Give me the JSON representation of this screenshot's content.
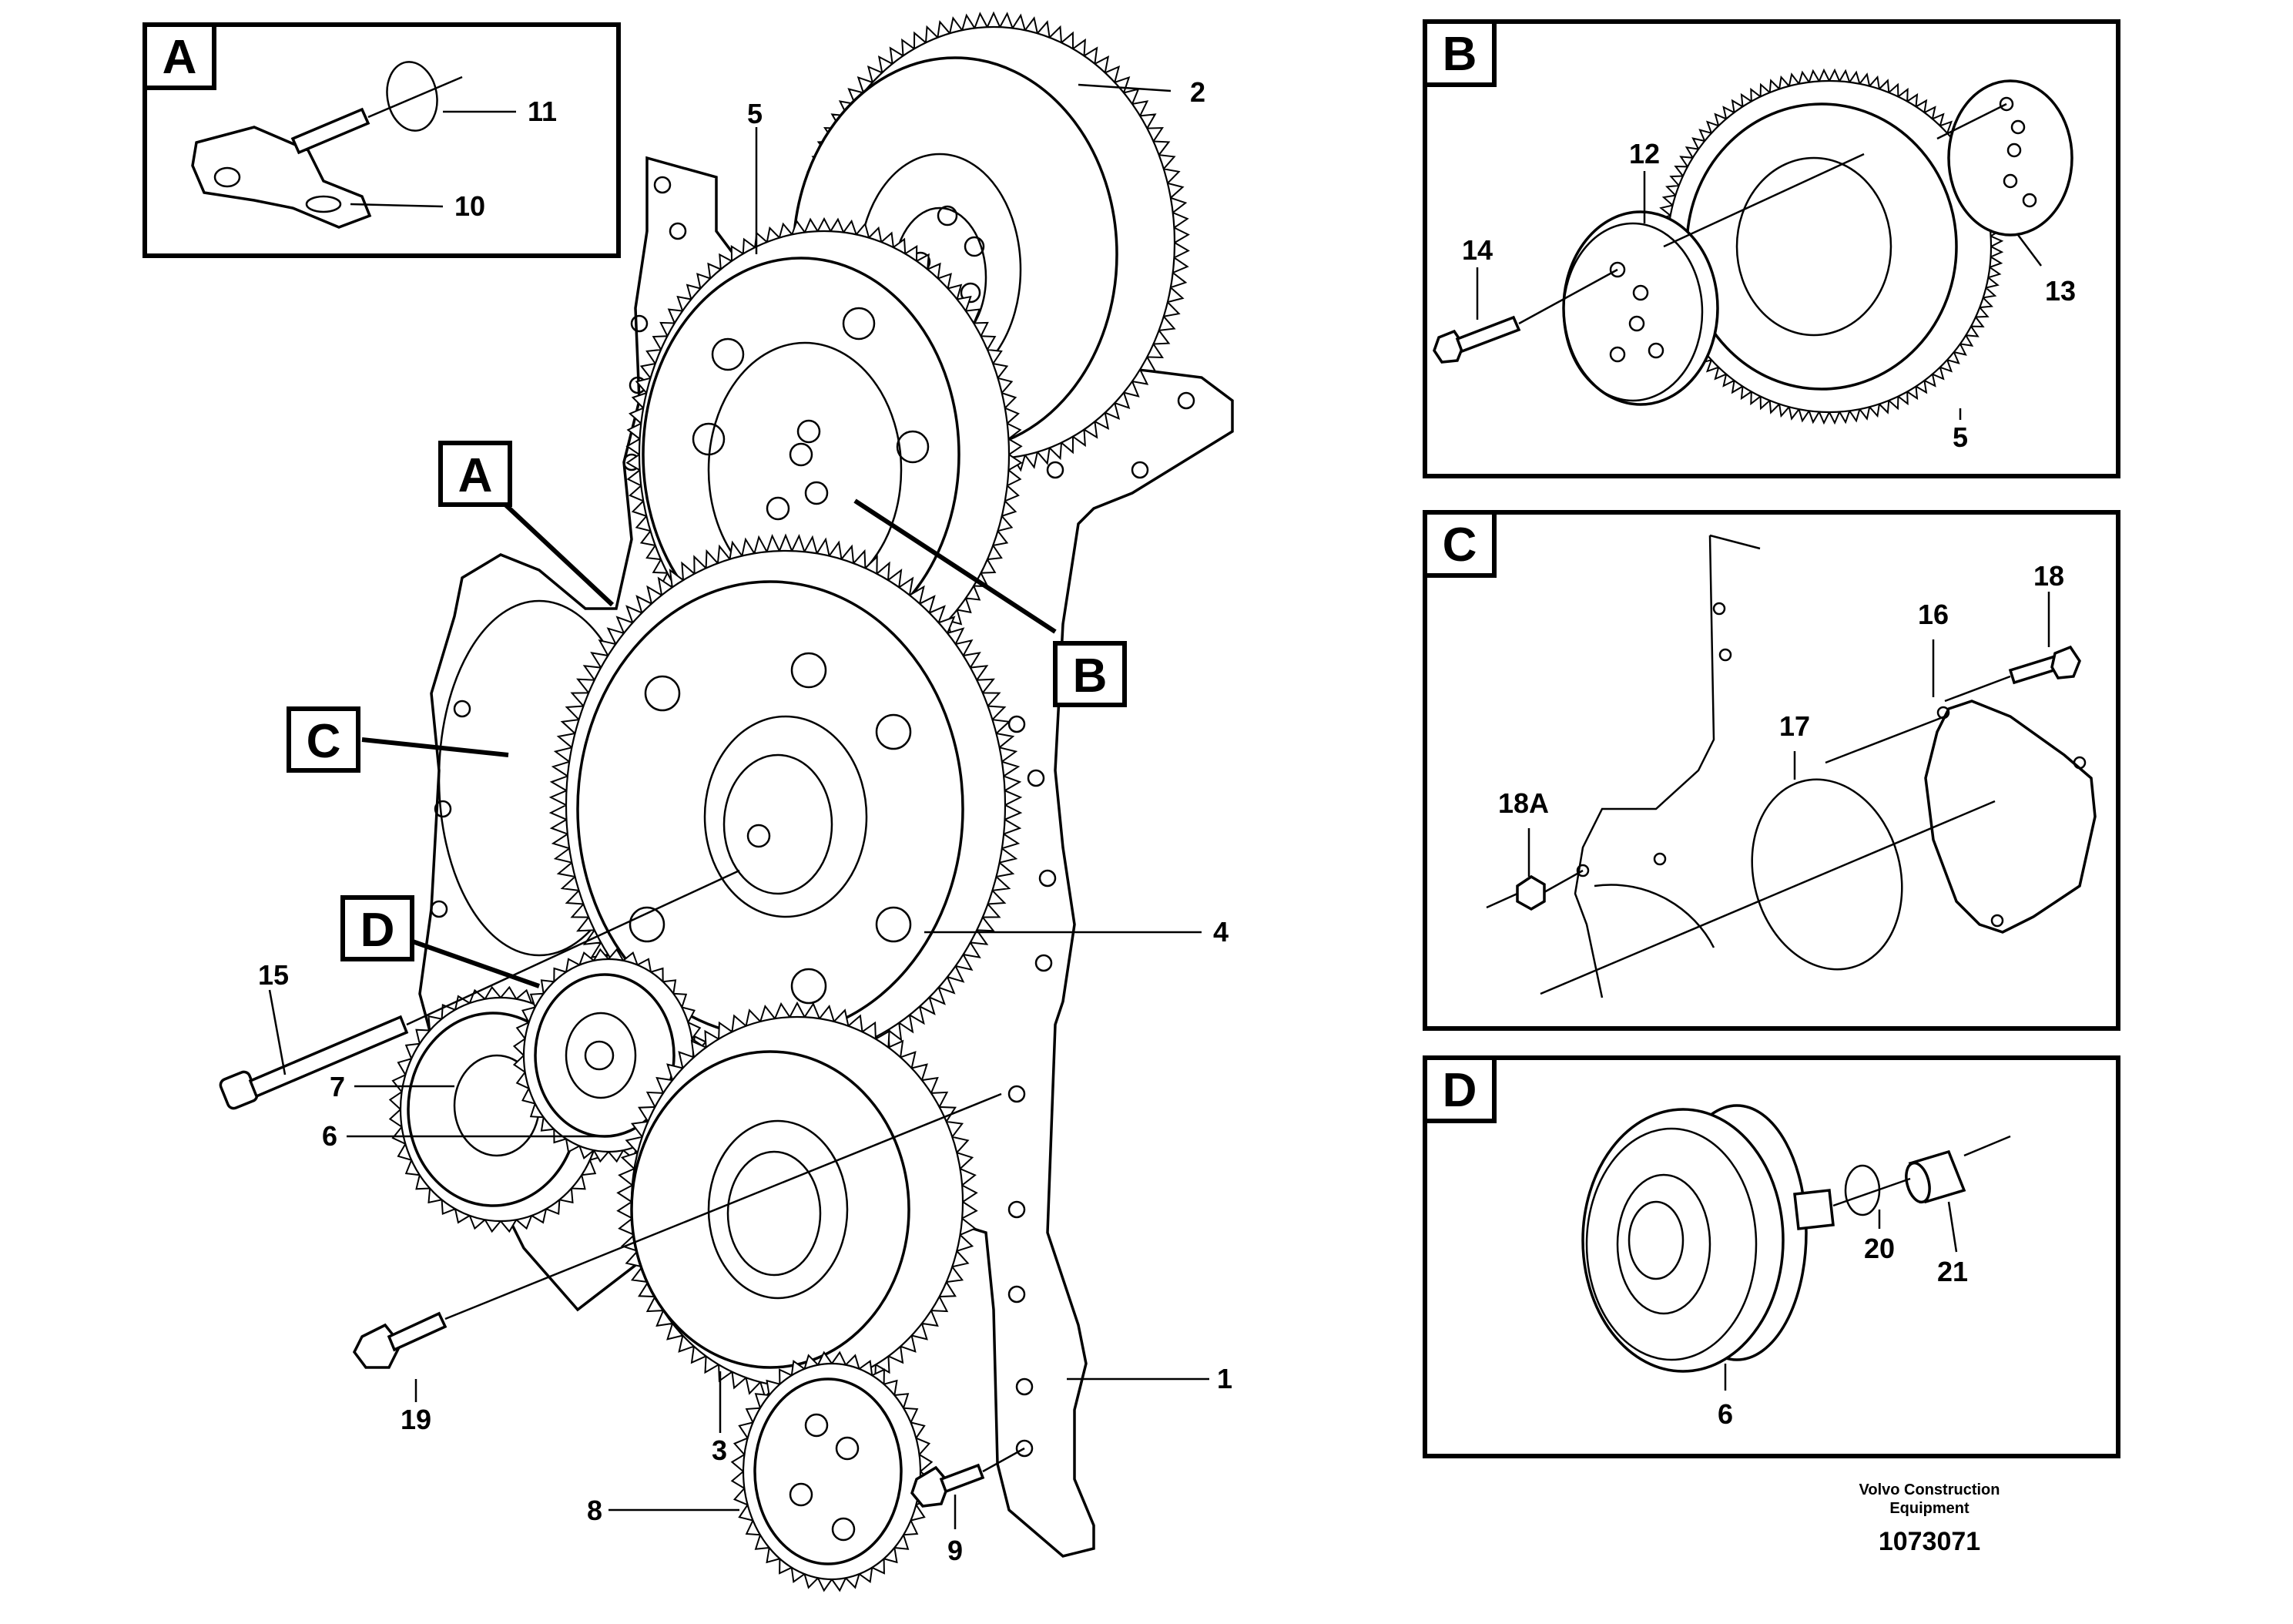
{
  "detail_boxes": {
    "A": {
      "letter": "A",
      "parts": [
        "11",
        "10"
      ]
    },
    "B": {
      "letter": "B",
      "parts": [
        "12",
        "14",
        "13",
        "5"
      ]
    },
    "C": {
      "letter": "C",
      "parts": [
        "18",
        "16",
        "17",
        "18A"
      ]
    },
    "D": {
      "letter": "D",
      "parts": [
        "20",
        "21",
        "6"
      ]
    }
  },
  "callouts": {
    "A": "A",
    "B": "B",
    "C": "C",
    "D": "D"
  },
  "main_labels": {
    "p1": "1",
    "p2": "2",
    "p3": "3",
    "p4": "4",
    "p5": "5",
    "p6": "6",
    "p7": "7",
    "p8": "8",
    "p9": "9",
    "p15": "15",
    "p19": "19"
  },
  "footer": {
    "credit_line1": "Volvo Construction",
    "credit_line2": "Equipment",
    "doc_number": "1073071"
  }
}
